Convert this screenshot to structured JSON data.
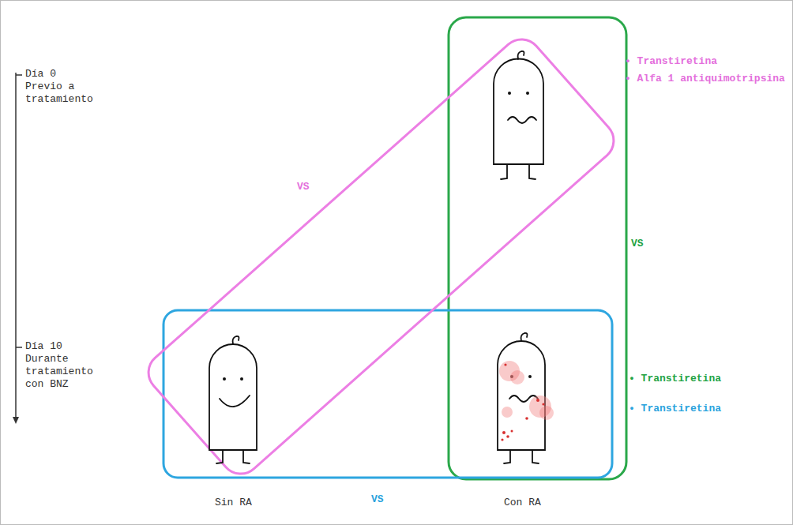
{
  "diagram": {
    "labels": [
      "Día 0 Previo a tratamiento",
      "• Transtiretina",
      "• Alfa 1 antiquimotripsina",
      "VS",
      "VS",
      "Día 10 Durante tratamiento con BNZ",
      "• Transtiretina",
      "• Transtiretina",
      "Sin RA",
      "VS",
      "Con RA"
    ]
  }
}
